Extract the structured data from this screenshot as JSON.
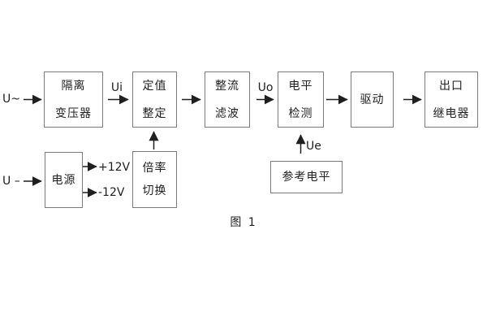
{
  "figure_caption": "图 1",
  "blocks": {
    "isolation_transformer": {
      "line1": "隔离",
      "line2": "变压器"
    },
    "value_setting": {
      "line1": "定值",
      "line2": "整定"
    },
    "rectifier_filter": {
      "line1": "整流",
      "line2": "滤波"
    },
    "level_detection": {
      "line1": "电平",
      "line2": "检测"
    },
    "driver": {
      "line1": "驱动"
    },
    "output_relay": {
      "line1": "出口",
      "line2": "继电器"
    },
    "power_supply": {
      "line1": "电源"
    },
    "ratio_switch": {
      "line1": "倍率",
      "line2": "切换"
    },
    "reference_level": {
      "line1": "参考电平"
    }
  },
  "signals": {
    "ac_input": "U~",
    "dc_input": "U –",
    "ui": "Ui",
    "uo": "Uo",
    "ue": "Ue",
    "plus_12v": "+12V",
    "minus_12v": "-12V"
  },
  "colors": {
    "background": "#ffffff",
    "box_border": "#7a7a7a",
    "line": "#1f1f1f",
    "text": "#1f1f1f"
  }
}
